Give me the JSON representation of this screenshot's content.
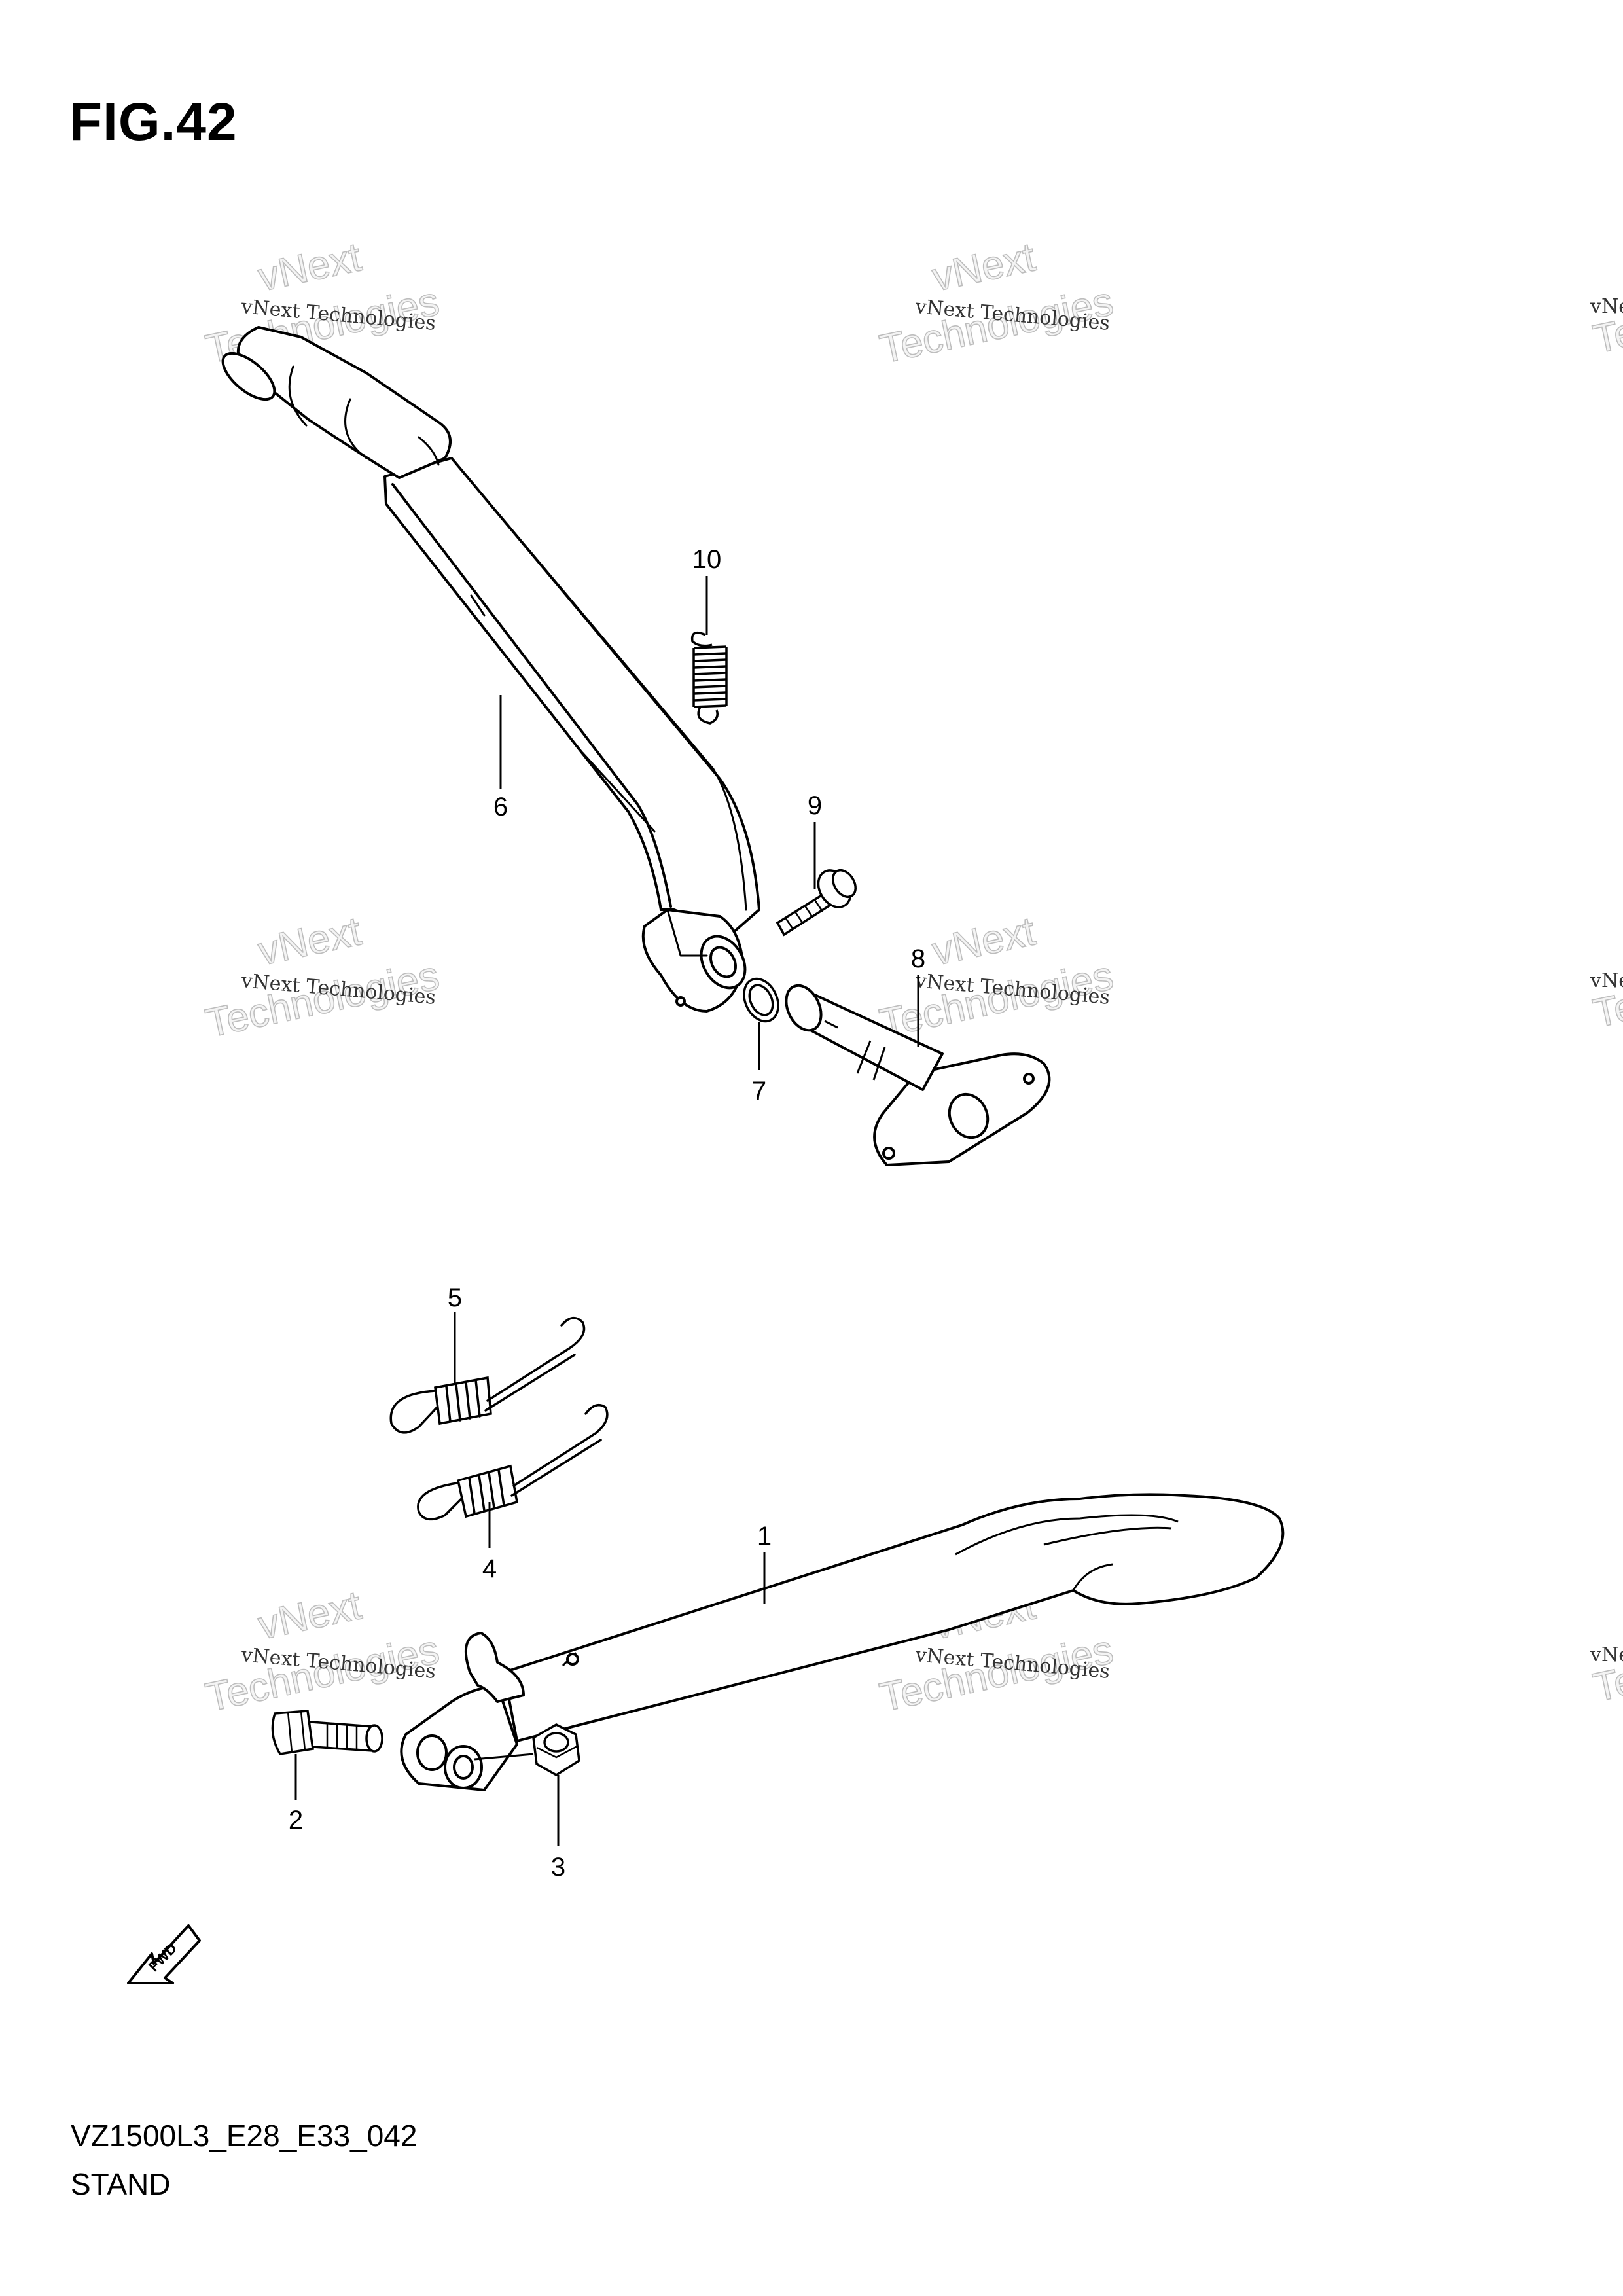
{
  "figure": {
    "title": "FIG.42"
  },
  "footer": {
    "diagram_code": "VZ1500L3_E28_E33_042",
    "section_name": "STAND"
  },
  "watermark": {
    "line_small": "vNext Technologies",
    "line_big_1": "vNext",
    "line_big_2": "Technologies"
  },
  "fwd_arrow": {
    "label": "FWD"
  },
  "callouts": [
    {
      "id": "1",
      "label": "1"
    },
    {
      "id": "2",
      "label": "2"
    },
    {
      "id": "3",
      "label": "3"
    },
    {
      "id": "4",
      "label": "4"
    },
    {
      "id": "5",
      "label": "5"
    },
    {
      "id": "6",
      "label": "6"
    },
    {
      "id": "7",
      "label": "7"
    },
    {
      "id": "8",
      "label": "8"
    },
    {
      "id": "9",
      "label": "9"
    },
    {
      "id": "10",
      "label": "10"
    }
  ]
}
